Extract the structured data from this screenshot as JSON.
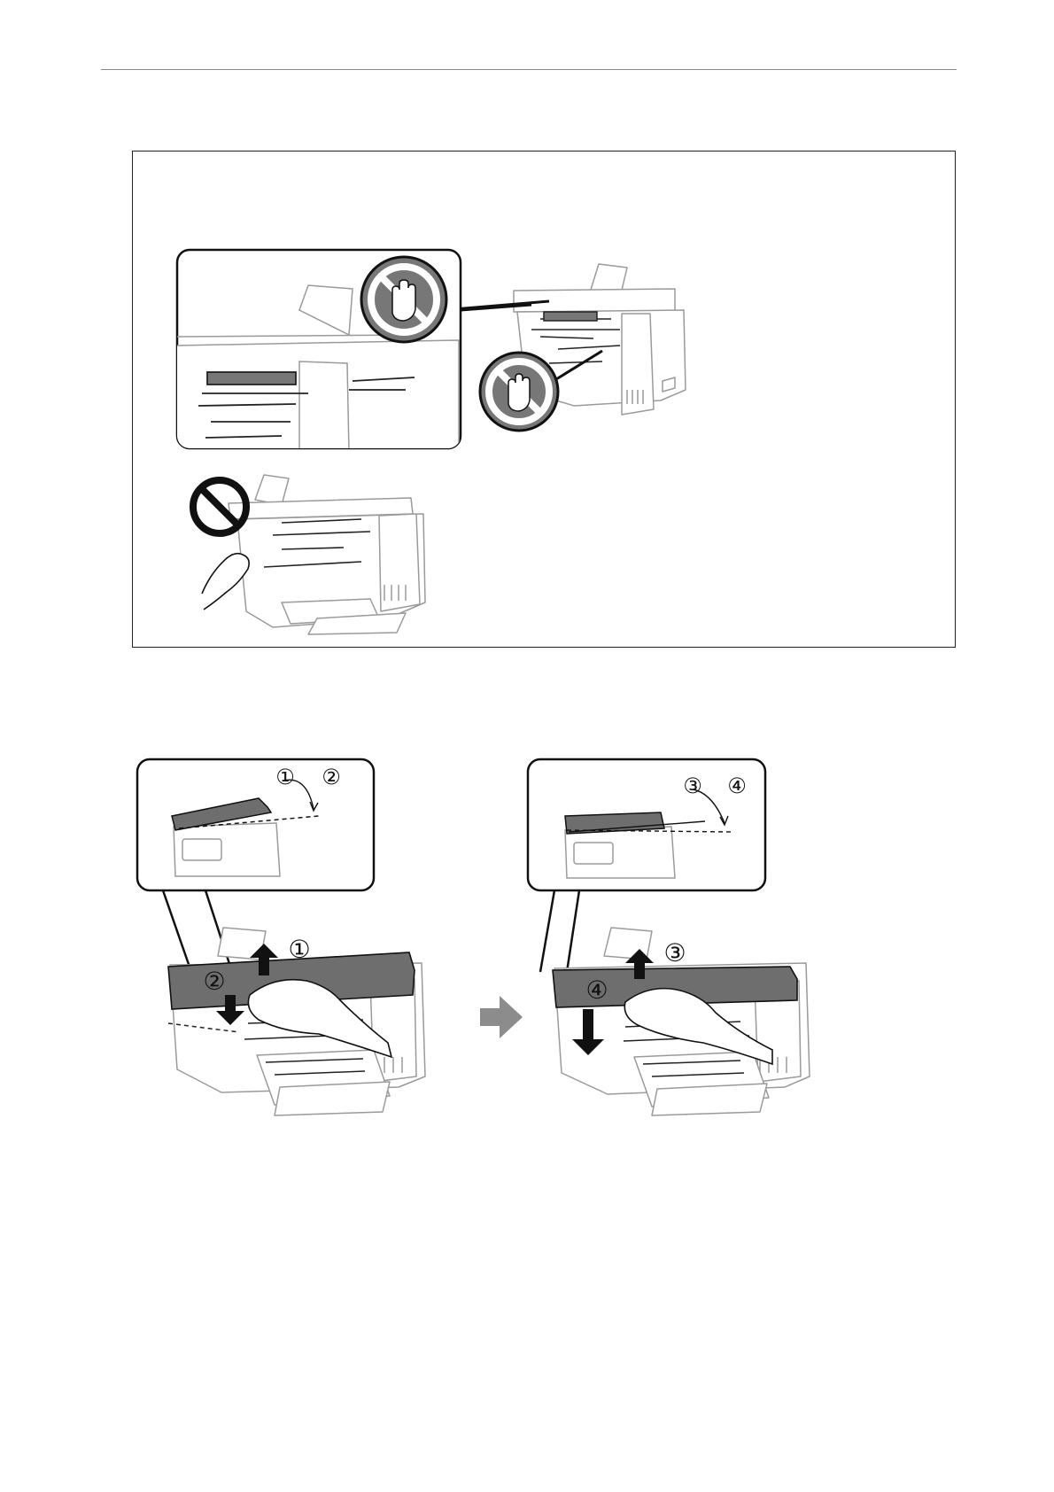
{
  "caution_figure": {
    "prohibited_icons": [
      "no-touch-hand-icon",
      "no-touch-hand-icon",
      "prohibited-circle-icon"
    ]
  },
  "scanner_steps": {
    "left_panel": {
      "callout_labels": [
        "①",
        "②"
      ],
      "arrow_labels": [
        "①",
        "②"
      ]
    },
    "right_panel": {
      "callout_labels": [
        "③",
        "④"
      ],
      "arrow_labels": [
        "③",
        "④"
      ]
    },
    "transition_icon": "right-arrow-icon"
  },
  "colors": {
    "line": "#222222",
    "light_line": "#9a9a9a",
    "scanner_grey": "#6e6e6e",
    "icon_grey": "#8c8c8c"
  }
}
